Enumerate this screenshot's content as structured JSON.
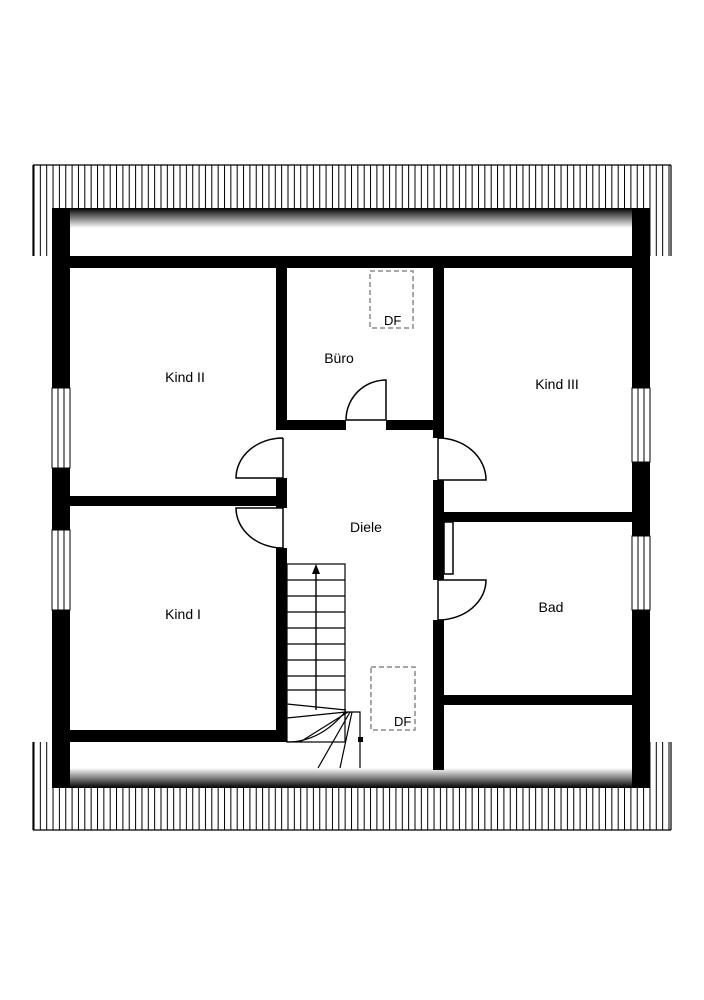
{
  "rooms": {
    "kind_ii": "Kind II",
    "buero": "Büro",
    "kind_iii": "Kind III",
    "diele": "Diele",
    "kind_i": "Kind I",
    "bad": "Bad"
  },
  "skylights": {
    "upper": "DF",
    "lower": "DF"
  },
  "colors": {
    "wall": "#000000",
    "background": "#ffffff",
    "skylight_outline": "#8a8a8a"
  }
}
